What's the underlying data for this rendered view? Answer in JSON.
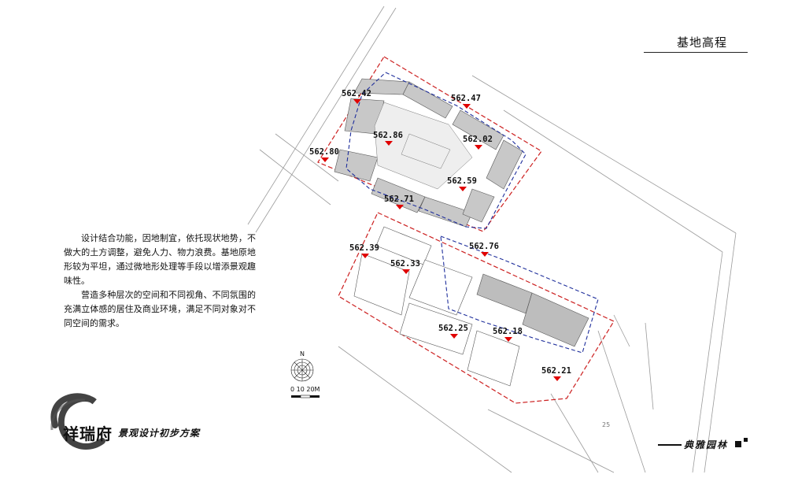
{
  "header": {
    "title": "基地高程"
  },
  "description": {
    "paragraphs": [
      "设计结合功能，因地制宜，依托现状地势，不做大的土方调整，避免人力、物力浪费。基地原地形较为平坦，通过微地形处理等手段以增添景观趣味性。",
      "营造多种层次的空间和不同视角、不同氛围的充满立体感的居住及商业环境，满足不同对象对不同空间的需求。"
    ]
  },
  "elevations": [
    {
      "label": "562.42"
    },
    {
      "label": "562.47"
    },
    {
      "label": "562.86"
    },
    {
      "label": "562.02"
    },
    {
      "label": "562.80"
    },
    {
      "label": "562.59"
    },
    {
      "label": "562.71"
    },
    {
      "label": "562.39"
    },
    {
      "label": "562.76"
    },
    {
      "label": "562.33"
    },
    {
      "label": "562.25"
    },
    {
      "label": "562.18"
    },
    {
      "label": "562.21"
    }
  ],
  "compass": {
    "north": "N",
    "scale": "0  10  20M"
  },
  "road_number": "25",
  "brand": {
    "name": "祥瑞府",
    "subtitle": "景观设计初步方案"
  },
  "footer": {
    "company": "典雅园林"
  },
  "colors": {
    "boundary": "#cc1f1f",
    "building_line": "#1f2f9c",
    "marker": "#e00000"
  }
}
